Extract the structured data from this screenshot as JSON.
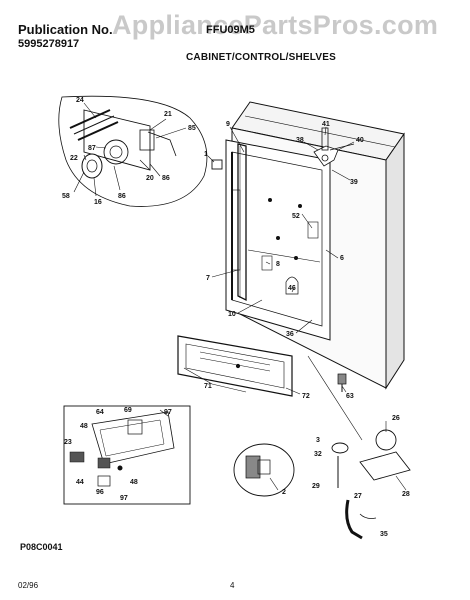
{
  "header": {
    "publication_label": "Publication No.",
    "publication_number": "5995278917",
    "model": "FFU09M5",
    "section_title": "CABINET/CONTROL/SHELVES",
    "watermark": "AppliancePartsPros.com"
  },
  "footer": {
    "part_code": "P08C0041",
    "date": "02/96",
    "page_number": "4"
  },
  "callouts": {
    "c24": "24",
    "c21": "21",
    "c85": "85",
    "c87": "87",
    "c22": "22",
    "c20": "20",
    "c86a": "86",
    "c86b": "86",
    "c58": "58",
    "c16": "16",
    "c1": "1",
    "c9": "9",
    "c41": "41",
    "c38": "38",
    "c40": "40",
    "c39": "39",
    "c52": "52",
    "c8": "8",
    "c6": "6",
    "c7": "7",
    "c46": "46",
    "c10": "10",
    "c36": "36",
    "c71": "71",
    "c72": "72",
    "c63": "63",
    "c64": "64",
    "c69": "69",
    "c97a": "97",
    "c48a": "48",
    "c23": "23",
    "c44": "44",
    "c96": "96",
    "c97b": "97",
    "c48b": "48",
    "c3": "3",
    "c32": "32",
    "c2": "2",
    "c26": "26",
    "c28": "28",
    "c29": "29",
    "c27": "27",
    "c35": "35"
  }
}
